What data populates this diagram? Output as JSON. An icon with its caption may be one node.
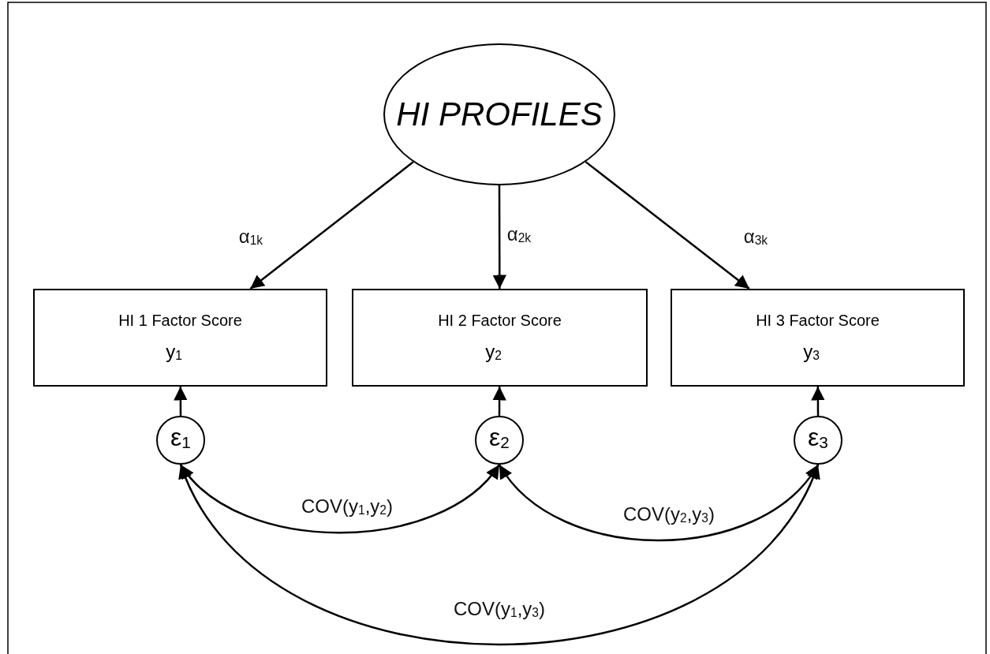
{
  "diagram": {
    "nodes": [
      {
        "text": [
          "HI PROFILES"
        ]
      },
      {
        "text": [
          "HI 1 Factor Score",
          "y$_{1}$"
        ]
      },
      {
        "text": [
          "HI 2 Factor Score",
          "y$_{2}$"
        ]
      },
      {
        "text": [
          "HI 3 Factor Score",
          "y$_{3}$"
        ]
      },
      {
        "text": [
          "ε$_{1}$"
        ]
      },
      {
        "text": [
          "ε$_{2}$"
        ]
      },
      {
        "text": [
          "ε$_{3}$"
        ]
      }
    ],
    "edges": [
      {
        "from": 0,
        "to": 1,
        "arrow": "to",
        "label": "α$_{1k}$"
      },
      {
        "from": 0,
        "to": 2,
        "arrow": "to",
        "label": "α$_{2k}$"
      },
      {
        "from": 0,
        "to": 3,
        "arrow": "to",
        "label": "α$_{3k}$"
      },
      {
        "from": 4,
        "to": 1,
        "arrow": "to"
      },
      {
        "from": 5,
        "to": 2,
        "arrow": "to"
      },
      {
        "from": 6,
        "to": 3,
        "arrow": "to"
      },
      {
        "from": 4,
        "to": 5,
        "arrow": "both",
        "label": "COV(y$_{1}$,y$_{2}$)"
      },
      {
        "from": 5,
        "to": 6,
        "arrow": "both",
        "label": "COV(y$_{2}$,y$_{3}$)"
      },
      {
        "from": 4,
        "to": 6,
        "arrow": "both",
        "label": "COV(y$_{1}$,y$_{3}$)"
      }
    ]
  }
}
